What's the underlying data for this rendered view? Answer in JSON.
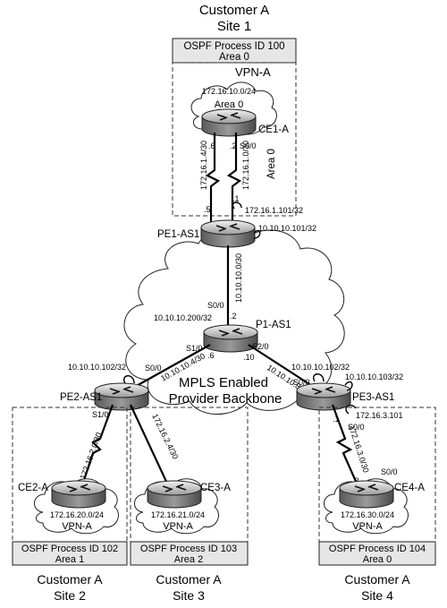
{
  "sites": {
    "site1": {
      "customer": "Customer A",
      "site": "Site 1",
      "ospf": "OSPF Process ID 100",
      "area": "Area 0"
    },
    "site2": {
      "customer": "Customer A",
      "site": "Site 2",
      "ospf": "OSPF Process ID 102",
      "area": "Area 1"
    },
    "site3": {
      "customer": "Customer A",
      "site": "Site 3",
      "ospf": "OSPF Process ID 103",
      "area": "Area 2"
    },
    "site4": {
      "customer": "Customer A",
      "site": "Site 4",
      "ospf": "OSPF Process ID 104",
      "area": "Area 0"
    }
  },
  "vpn_label_top": "VPN-A",
  "area_label_vertical": "Area 0",
  "backbone": {
    "line1": "MPLS Enabled",
    "line2": "Provider Backbone"
  },
  "routers": {
    "ce1": {
      "name": "CE1-A",
      "net": "172.16.10.0/24",
      "area": "Area 0"
    },
    "pe1": {
      "name": "PE1-AS1",
      "loopback": "10.10.10.101/32",
      "ce_side_ip": "172.16.1.101/32"
    },
    "p1": {
      "name": "P1-AS1",
      "loopback": "10.10.10.200/32"
    },
    "pe2": {
      "name": "PE2-AS1",
      "loopback": "10.10.10.102/32"
    },
    "pe3": {
      "name": "PE3-AS1",
      "loopback1": "10.10.10.102/32",
      "loopback2": "10.10.10.103/32",
      "ce_side_ip": "172.16.3.101"
    },
    "ce2": {
      "name": "CE2-A",
      "net": "172.16.20.0/24",
      "vpn": "VPN-A"
    },
    "ce3": {
      "name": "CE3-A",
      "net": "172.16.21.0/24",
      "vpn": "VPN-A"
    },
    "ce4": {
      "name": "CE4-A",
      "net": "172.16.30.0/24",
      "vpn": "VPN-A"
    }
  },
  "links": {
    "ce1_pe1_a": {
      "subnet": "172.16.1.4/30",
      "end_ce": ".6",
      "end_pe": ".5"
    },
    "ce1_pe1_b": {
      "subnet": "172.16.1.0/30",
      "end_ce": ".2",
      "end_pe": ".1",
      "iface_ce": "S0/0"
    },
    "pe1_p1": {
      "subnet": "10.10.10.0/30",
      "end_p": ".2",
      "iface_p": "S0/0"
    },
    "p1_pe2": {
      "subnet": "10.10.10.4/30",
      "end_p": ".6",
      "iface_p": "S1/0",
      "iface_pe": "S0/0"
    },
    "p1_pe3": {
      "subnet": "10.10.10.8/30",
      "end_p": ".10",
      "iface_p": "S2/0",
      "iface_pe": "S0/0"
    },
    "pe2_ce2": {
      "subnet": "172.16.2.0/30",
      "iface_pe": "S1/0"
    },
    "pe2_ce3": {
      "subnet": "172.16.2.4/30"
    },
    "pe3_ce4": {
      "subnet": "172.16.3.0/30",
      "end_pe": ".1",
      "end_ce": ".2",
      "iface_pe": "S0/0",
      "iface_ce": "S0/0"
    }
  }
}
